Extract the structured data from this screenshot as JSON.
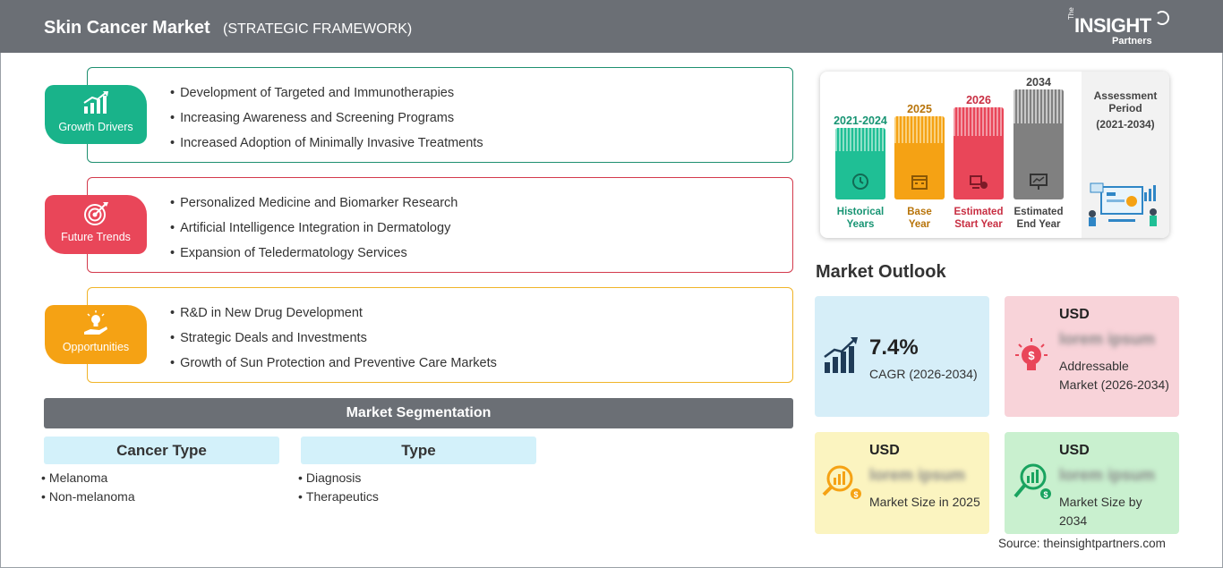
{
  "header": {
    "title": "Skin Cancer Market",
    "subtitle": "(STRATEGIC FRAMEWORK)",
    "logo": {
      "the": "The",
      "insight": "INSIGHT",
      "partners": "Partners"
    }
  },
  "framework": [
    {
      "key": "growth",
      "badge": "Growth Drivers",
      "color": "#19b38a",
      "border": "#1e8f6f",
      "icon": "bar-growth-icon",
      "items": [
        "Development of Targeted and Immunotherapies",
        "Increasing Awareness and Screening Programs",
        "Increased Adoption of Minimally Invasive Treatments"
      ]
    },
    {
      "key": "trends",
      "badge": "Future Trends",
      "color": "#e94659",
      "border": "#d33a4c",
      "icon": "target-icon",
      "items": [
        "Personalized Medicine and Biomarker Research",
        "Artificial Intelligence Integration in Dermatology",
        "Expansion of Teledermatology Services"
      ]
    },
    {
      "key": "opps",
      "badge": "Opportunities",
      "color": "#f5a214",
      "border": "#f0b429",
      "icon": "lightbulb-hand-icon",
      "items": [
        "R&D in New Drug Development",
        "Strategic Deals and Investments",
        "Growth of Sun Protection and Preventive Care Markets"
      ]
    }
  ],
  "segmentation": {
    "title": "Market Segmentation",
    "groups": [
      {
        "title": "Cancer Type",
        "items": [
          "Melanoma",
          "Non-melanoma"
        ]
      },
      {
        "title": "Type",
        "items": [
          "Diagnosis",
          "Therapeutics"
        ]
      }
    ]
  },
  "timeline": {
    "periods": [
      {
        "year": "2021-2024",
        "caption_1": "Historical",
        "caption_2": "Years",
        "color": "#1fbf95",
        "stripe": "#8fe0c8",
        "text": "#179473",
        "icon": "history-icon"
      },
      {
        "year": "2025",
        "caption_1": "Base",
        "caption_2": "Year",
        "color": "#f5a214",
        "stripe": "#f9d07e",
        "text": "#b8740a",
        "icon": "calendar-icon"
      },
      {
        "year": "2026",
        "caption_1": "Estimated",
        "caption_2": "Start Year",
        "color": "#e94659",
        "stripe": "#f29aa5",
        "text": "#c82e42",
        "icon": "start-icon"
      },
      {
        "year": "2034",
        "caption_1": "Estimated",
        "caption_2": "End Year",
        "color": "#808080",
        "stripe": "#c8c8c8",
        "text": "#444444",
        "icon": "presentation-icon"
      }
    ],
    "assessment_title_1": "Assessment",
    "assessment_title_2": "Period",
    "assessment_period": "(2021-2034)"
  },
  "outlook": {
    "title": "Market Outlook",
    "cagr": {
      "value": "7.4%",
      "label": "CAGR (2026-2034)",
      "bg": "#d6eef8"
    },
    "addressable": {
      "currency": "USD",
      "value": "lorem ipsum",
      "label": "Addressable Market (2026-2034)",
      "bg": "#f8d3d9"
    },
    "size_2025": {
      "currency": "USD",
      "value": "lorem ipsum",
      "label": "Market Size in 2025",
      "bg": "#fbf4c0"
    },
    "size_2034": {
      "currency": "USD",
      "value": "lorem ipsum",
      "label": "Market Size by 2034",
      "bg": "#c9f0cf"
    }
  },
  "source": "Source: theinsightpartners.com"
}
